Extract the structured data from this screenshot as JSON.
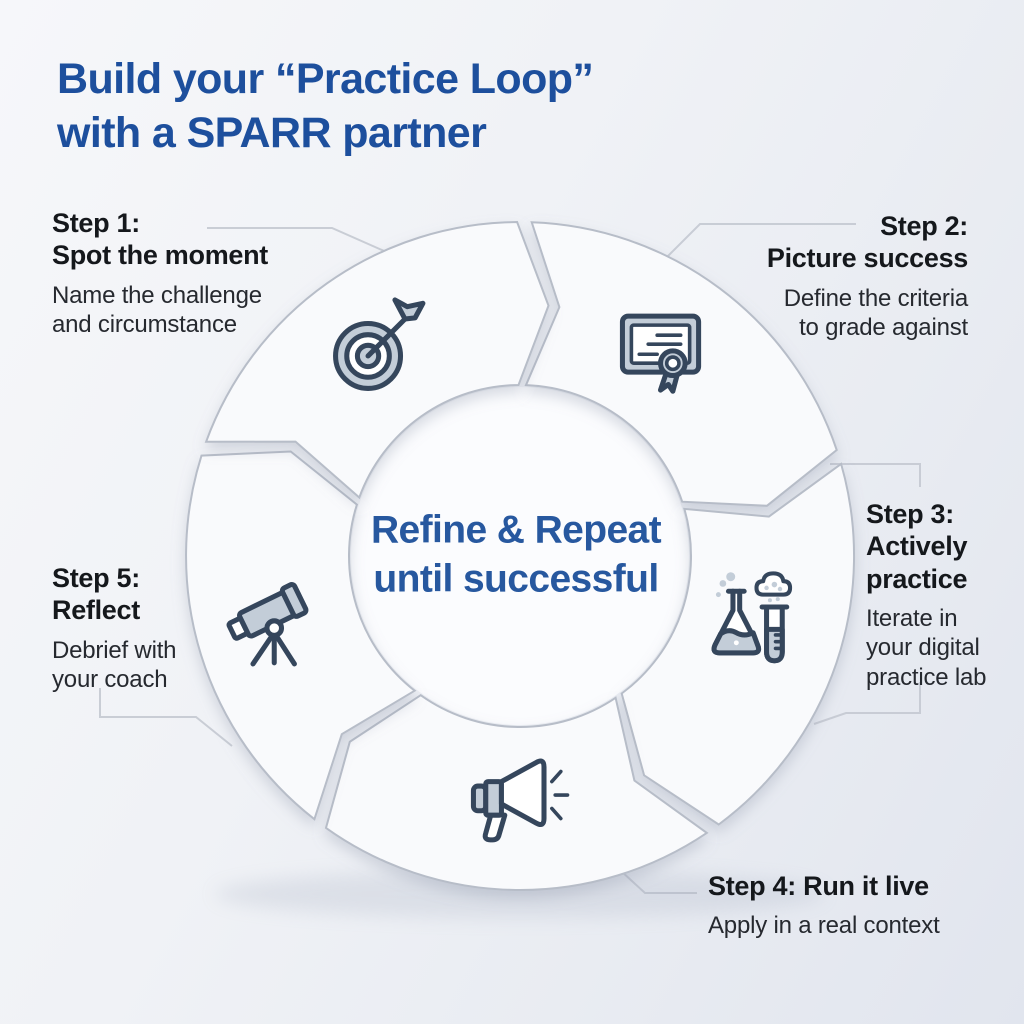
{
  "title": {
    "text": "Build your “Practice Loop”\nwith a SPARR partner"
  },
  "center": {
    "text": "Refine & Repeat\nuntil successful"
  },
  "steps": [
    {
      "heading": "Step 1:\nSpot the moment",
      "description": "Name the challenge\nand circumstance",
      "icon": "target-icon"
    },
    {
      "heading": "Step 2:\nPicture success",
      "description": "Define the criteria\nto grade against",
      "icon": "certificate-icon"
    },
    {
      "heading": "Step 3:\nActively\npractice",
      "description": "Iterate in\nyour digital\npractice lab",
      "icon": "flask-icon"
    },
    {
      "heading": "Step 4: Run it live",
      "description": "Apply in a real context",
      "icon": "megaphone-icon"
    },
    {
      "heading": "Step 5:\nReflect",
      "description": "Debrief with\nyour coach",
      "icon": "telescope-icon"
    }
  ],
  "colors": {
    "title_blue": "#1d4f9d",
    "center_blue": "#27589f",
    "heading_text": "#15181c",
    "body_text": "#26292f",
    "ring_fill": "#f9fafc",
    "ring_stroke": "#b7bdc8",
    "icon_stroke": "#35465c",
    "icon_fill": "#c3cdd8",
    "connector": "#c6cad3",
    "background_top": "#f6f7fa",
    "background_bottom": "#e1e5ee"
  }
}
